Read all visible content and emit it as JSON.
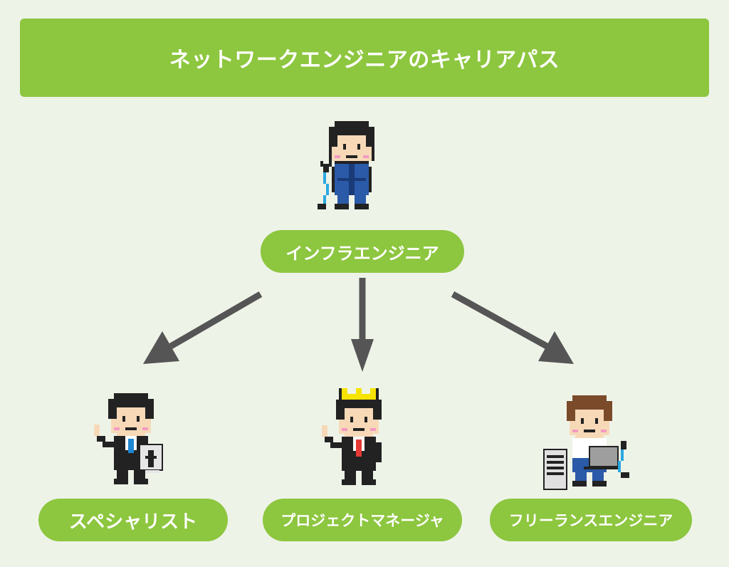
{
  "title": "ネットワークエンジニアのキャリアパス",
  "root": {
    "label": "インフラエンジニア",
    "icon": "infra-engineer-character-icon"
  },
  "branches": [
    {
      "label": "スペシャリスト",
      "icon": "specialist-character-icon"
    },
    {
      "label": "プロジェクトマネージャ",
      "icon": "project-manager-character-icon"
    },
    {
      "label": "フリーランスエンジニア",
      "icon": "freelance-engineer-character-icon"
    }
  ],
  "colors": {
    "background": "#eef3e8",
    "accent_green": "#8dc63f",
    "arrow": "#555555",
    "text_on_green": "#ffffff"
  }
}
